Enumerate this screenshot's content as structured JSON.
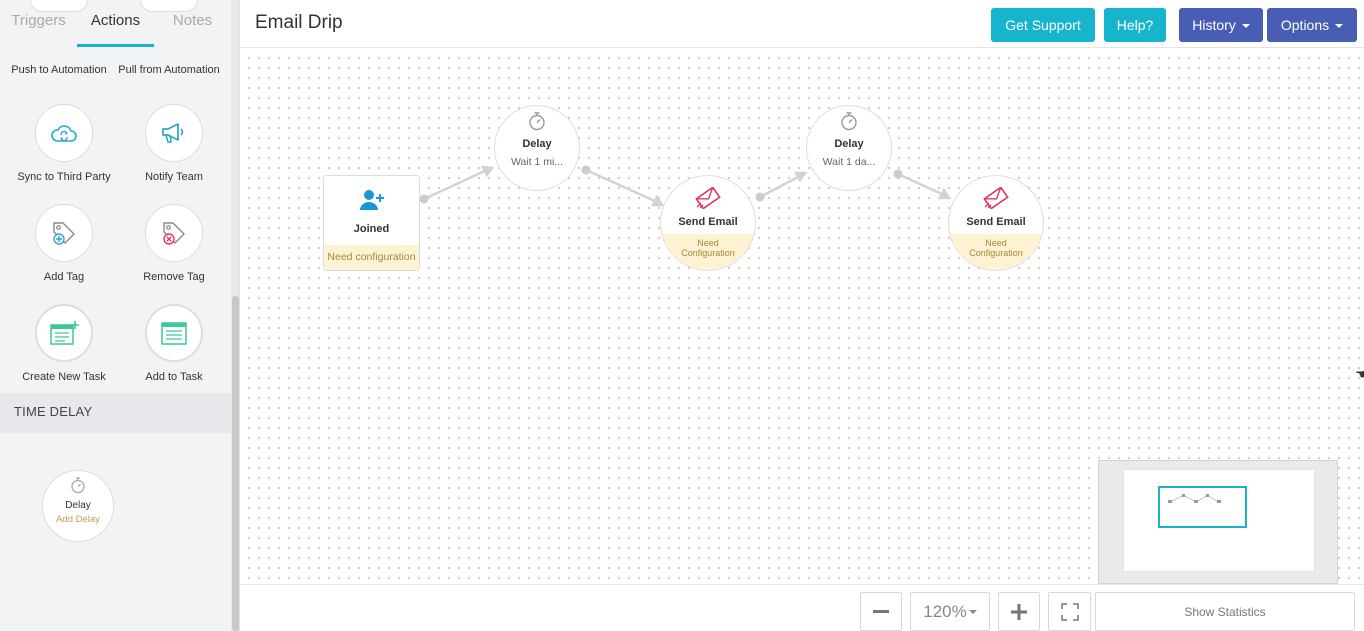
{
  "sidebar": {
    "tabs": [
      {
        "label": "Triggers",
        "active": false
      },
      {
        "label": "Actions",
        "active": true
      },
      {
        "label": "Notes",
        "active": false
      }
    ],
    "actions": [
      {
        "label": "Push to Automation",
        "icon": "push-automation-icon"
      },
      {
        "label": "Pull from Automation",
        "icon": "pull-automation-icon"
      },
      {
        "label": "Sync to Third Party",
        "icon": "cloud-sync-icon"
      },
      {
        "label": "Notify Team",
        "icon": "megaphone-icon"
      },
      {
        "label": "Add Tag",
        "icon": "tag-add-icon"
      },
      {
        "label": "Remove Tag",
        "icon": "tag-remove-icon"
      },
      {
        "label": "Create New Task",
        "icon": "task-add-icon"
      },
      {
        "label": "Add to Task",
        "icon": "task-list-icon"
      }
    ],
    "time_delay": {
      "header": "TIME DELAY",
      "tool_title": "Delay",
      "tool_sub": "Add Delay"
    }
  },
  "header": {
    "title": "Email Drip",
    "buttons": {
      "support": "Get Support",
      "help": "Help?",
      "history": "History",
      "options": "Options"
    }
  },
  "canvas": {
    "nodes": {
      "joined": {
        "title": "Joined",
        "status": "Need configuration"
      },
      "delay1": {
        "title": "Delay",
        "subtitle": "Wait  1 mi..."
      },
      "email1": {
        "title": "Send Email",
        "status_line1": "Need",
        "status_line2": "Configuration"
      },
      "delay2": {
        "title": "Delay",
        "subtitle": "Wait  1 da..."
      },
      "email2": {
        "title": "Send Email",
        "status_line1": "Need",
        "status_line2": "Configuration"
      }
    }
  },
  "toolbar": {
    "zoom_out": "−",
    "zoom_level": "120%",
    "zoom_in": "+",
    "show_statistics": "Show Statistics"
  },
  "colors": {
    "accent": "#17b4cd",
    "primary": "#4a5db5",
    "email_icon": "#e0365f",
    "action_icon": "#2aa8c9",
    "task_icon": "#3ec79a",
    "warning_bg": "#fdf3d3"
  }
}
